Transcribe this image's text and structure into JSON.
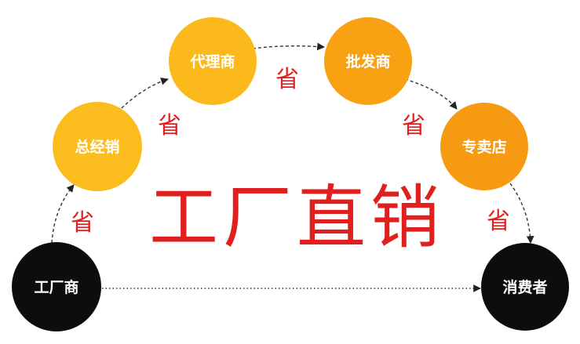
{
  "diagram": {
    "nodes": [
      {
        "id": "factory",
        "label": "工厂商",
        "color": "#0d0d0d"
      },
      {
        "id": "general",
        "label": "总经销",
        "color": "#fbbd1e"
      },
      {
        "id": "agent",
        "label": "代理商",
        "color": "#fbb91b"
      },
      {
        "id": "wholesaler",
        "label": "批发商",
        "color": "#f8a113"
      },
      {
        "id": "specialty",
        "label": "专卖店",
        "color": "#f69a12"
      },
      {
        "id": "consumer",
        "label": "消费者",
        "color": "#0d0d0d"
      }
    ],
    "edges": [
      {
        "from": "factory",
        "to": "general",
        "style": "dashed"
      },
      {
        "from": "general",
        "to": "agent",
        "style": "dashed"
      },
      {
        "from": "agent",
        "to": "wholesaler",
        "style": "dashed"
      },
      {
        "from": "wholesaler",
        "to": "specialty",
        "style": "dashed"
      },
      {
        "from": "specialty",
        "to": "consumer",
        "style": "dashed"
      },
      {
        "from": "factory",
        "to": "consumer",
        "style": "dotted"
      }
    ],
    "save_labels": [
      "省",
      "省",
      "省",
      "省",
      "省"
    ],
    "save_color": "#e0201f",
    "headline": "工厂直销",
    "headline_color": "#e0201f",
    "node_text_color": "#ffffff"
  }
}
